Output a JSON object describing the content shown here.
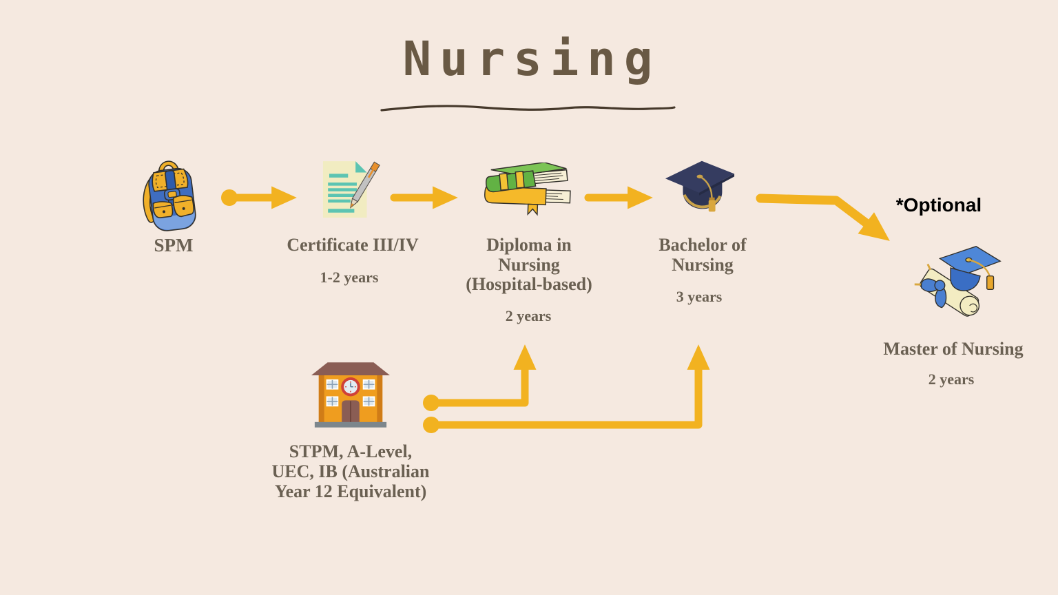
{
  "title": "Nursing",
  "optional_label": "*Optional",
  "nodes": {
    "spm": {
      "label_lines": [
        "SPM"
      ],
      "icon": "backpack-icon"
    },
    "certificate": {
      "label_lines": [
        "Certificate III/IV"
      ],
      "duration": "1-2 years",
      "icon": "document-and-pen-icon"
    },
    "diploma": {
      "label_lines": [
        "Diploma in",
        "Nursing",
        "(Hospital-based)"
      ],
      "duration": "2 years",
      "icon": "stacked-books-icon"
    },
    "bachelor": {
      "label_lines": [
        "Bachelor of",
        "Nursing"
      ],
      "duration": "3 years",
      "icon": "graduation-cap-icon"
    },
    "master": {
      "label_lines": [
        "Master of Nursing"
      ],
      "duration": "2 years",
      "icon": "graduation-cap-and-diploma-icon"
    },
    "preuniversity": {
      "label_lines": [
        "STPM, A-Level,",
        "UEC, IB (Australian",
        "Year 12 Equivalent)"
      ],
      "icon": "school-building-icon"
    }
  },
  "colors": {
    "background": "#f5e9e0",
    "title": "#695944",
    "label": "#6a6052",
    "arrow": "#f2b220",
    "optional": "#000000",
    "underline": "#46392b"
  }
}
